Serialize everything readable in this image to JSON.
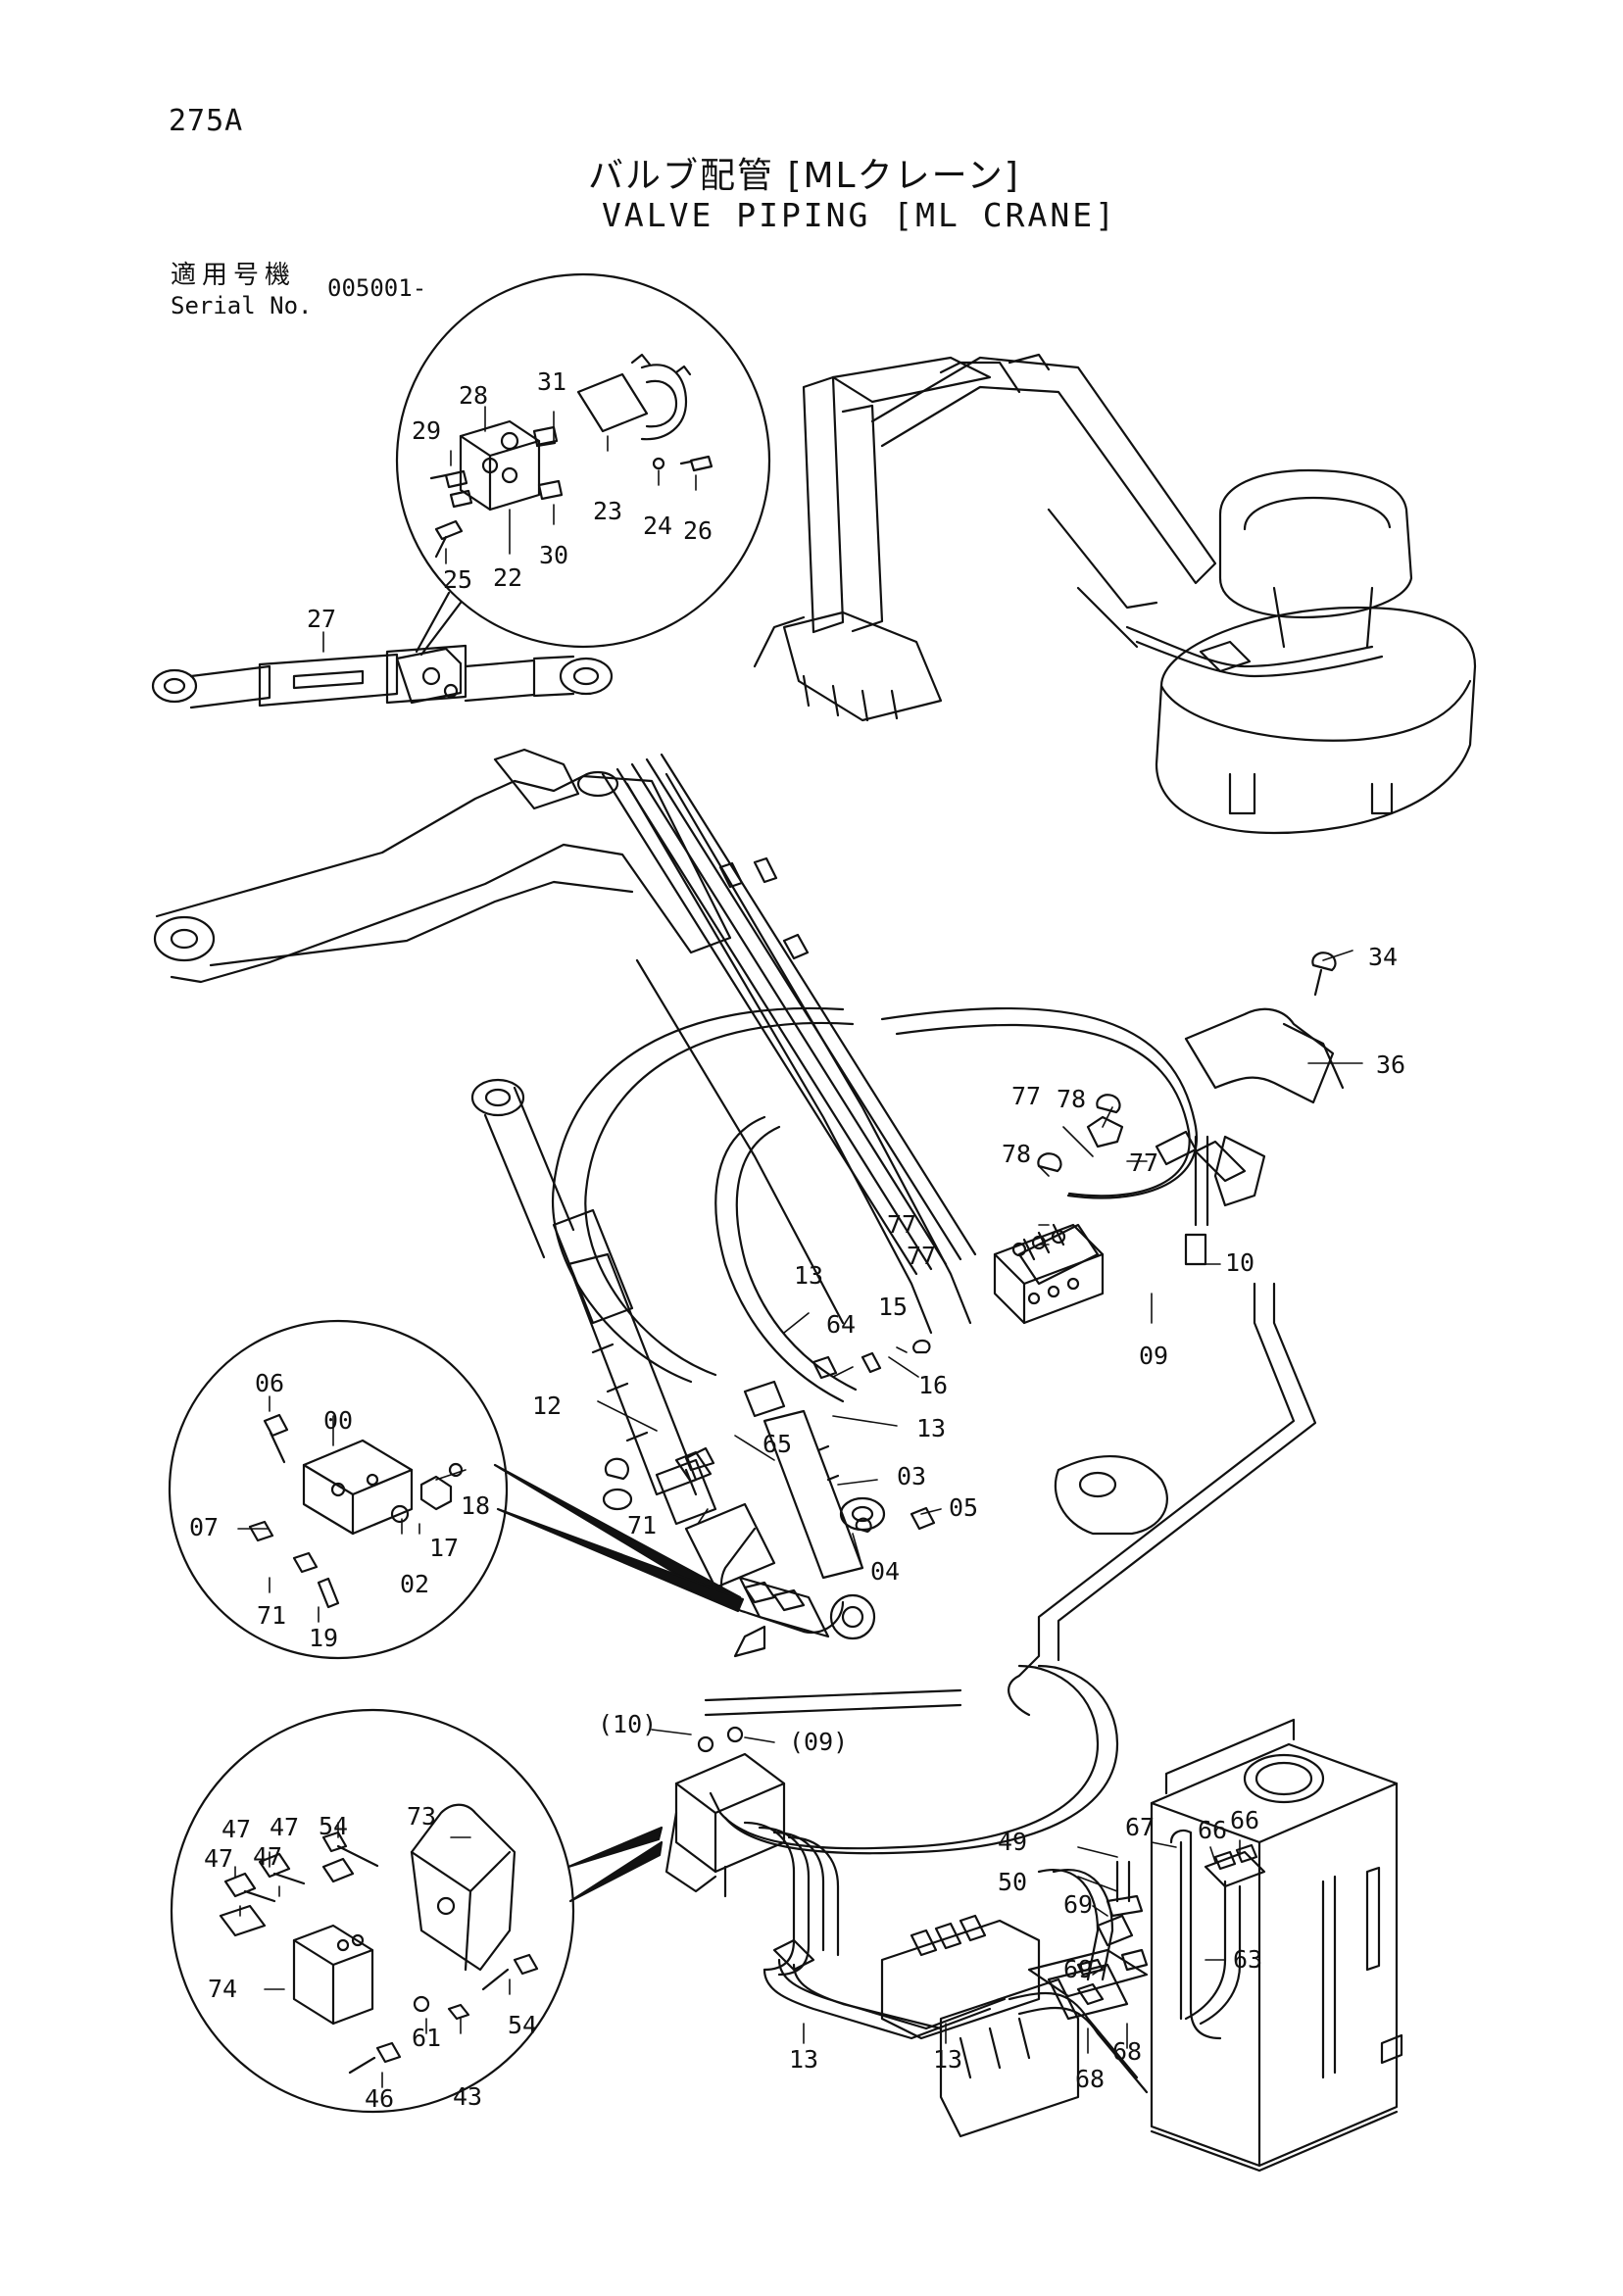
{
  "header": {
    "page_number": "275A",
    "title_jp": "バルブ配管 [MLクレーン]",
    "title_en": "VALVE PIPING [ML CRANE]",
    "serial_label_jp": "適用号機",
    "serial_label_en": "Serial No.",
    "serial_value": "005001-"
  },
  "diagram": {
    "callouts": [
      "31",
      "28",
      "29",
      "23",
      "24",
      "26",
      "25",
      "22",
      "30",
      "27",
      "34",
      "36",
      "77",
      "78",
      "78",
      "77",
      "77",
      "77",
      "10",
      "13",
      "15",
      "64",
      "16",
      "09",
      "12",
      "65",
      "13",
      "03",
      "05",
      "71",
      "04",
      "06",
      "00",
      "07",
      "18",
      "17",
      "02",
      "71",
      "19",
      "(10)",
      "(09)",
      "73",
      "47",
      "47",
      "54",
      "47",
      "47",
      "74",
      "61",
      "54",
      "46",
      "43",
      "49",
      "67",
      "66",
      "66",
      "50",
      "69",
      "69",
      "63",
      "13",
      "13",
      "68",
      "68"
    ]
  }
}
